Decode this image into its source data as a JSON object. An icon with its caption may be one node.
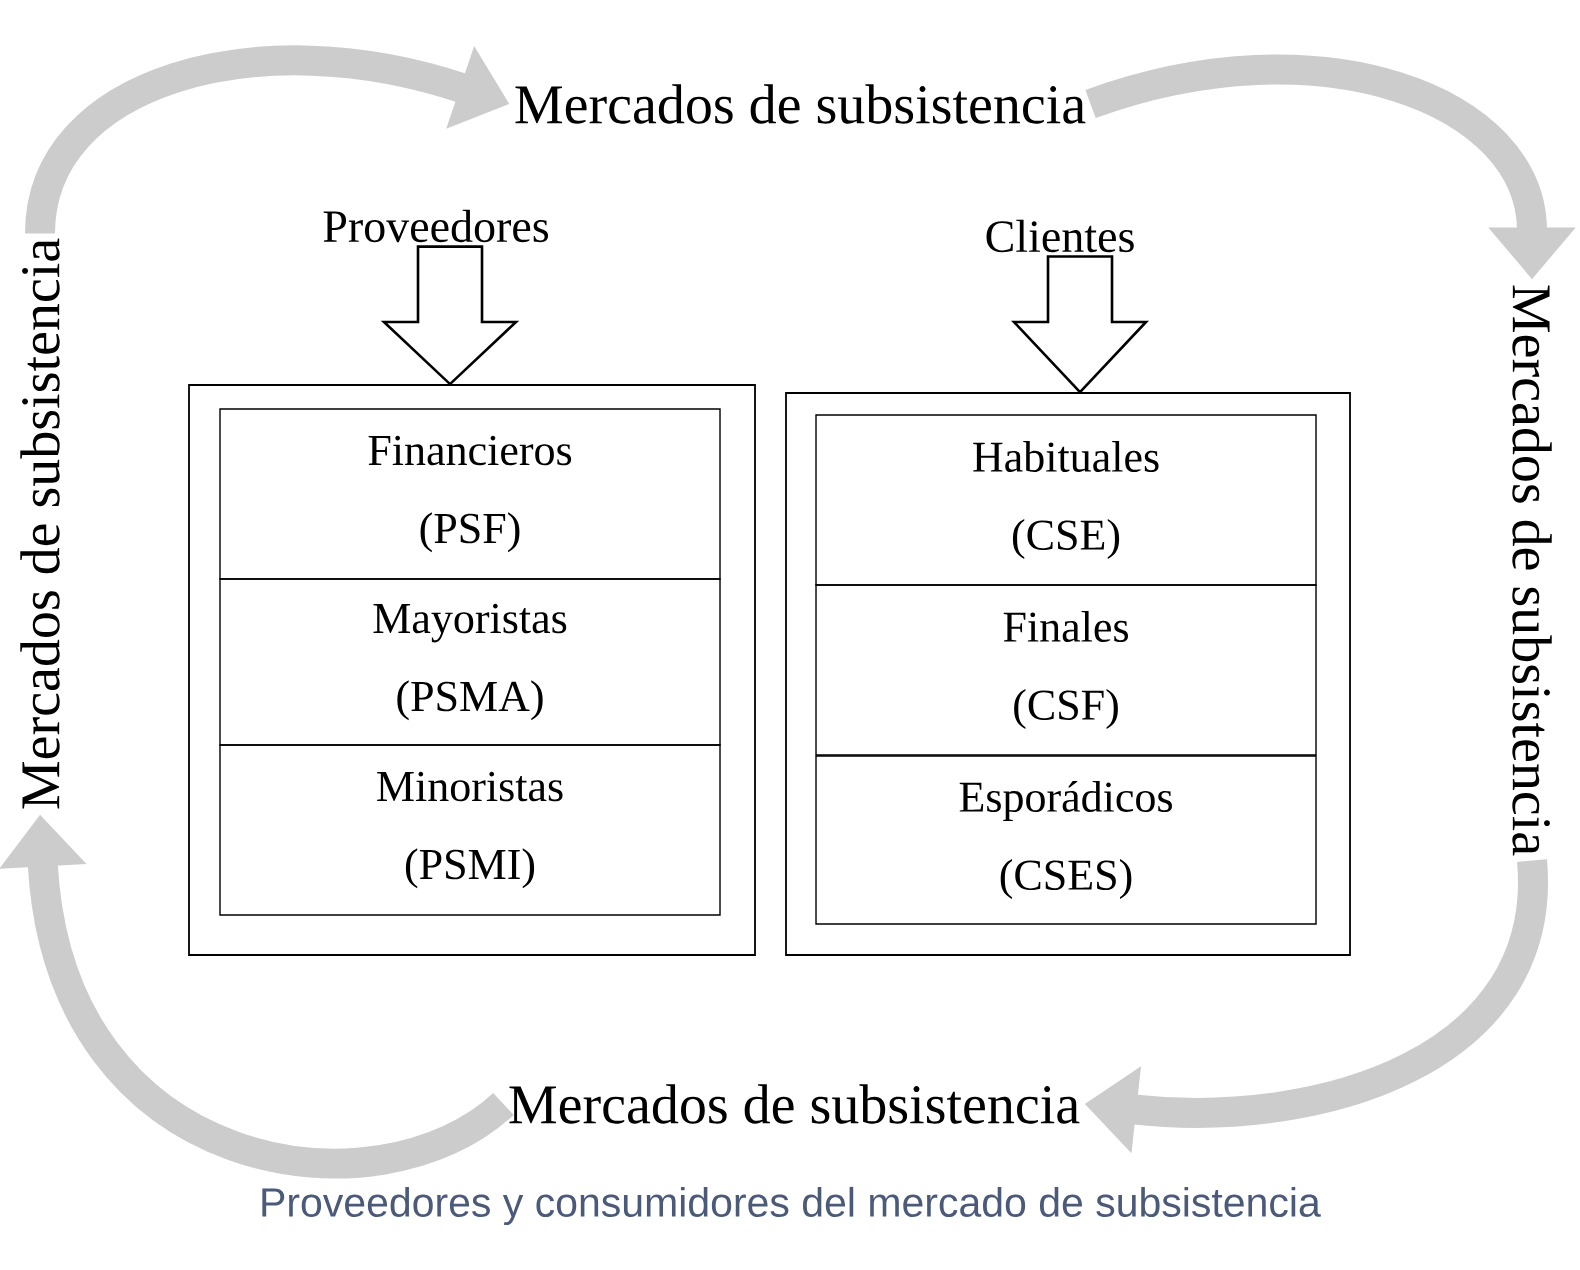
{
  "diagram": {
    "caption": "Proveedores y consumidores del mercado de subsistencia",
    "nodes": [
      {
        "text": [
          "Mercados de subsistencia"
        ]
      },
      {
        "text": [
          "Mercados de subsistencia"
        ]
      },
      {
        "text": [
          "Mercados de subsistencia"
        ]
      },
      {
        "text": [
          "Mercados de subsistencia"
        ]
      },
      {
        "text": [
          "Proveedores"
        ]
      },
      {
        "text": [
          "Clientes"
        ]
      },
      {
        "text": [],
        "shape": "box"
      },
      {
        "text": [
          "Financieros",
          "(PSF)"
        ],
        "in": 6
      },
      {
        "text": [
          "Mayoristas",
          "(PSMA)"
        ],
        "in": 6
      },
      {
        "text": [
          "Minoristas",
          "(PSMI)"
        ],
        "in": 6
      },
      {
        "text": [],
        "shape": "box"
      },
      {
        "text": [
          "Habituales",
          "(CSE)"
        ],
        "in": 10
      },
      {
        "text": [
          "Finales",
          "(CSF)"
        ],
        "in": 10
      },
      {
        "text": [
          "Esporádicos",
          "(CSES)"
        ],
        "in": 10
      }
    ],
    "edges": [
      {
        "from": 3,
        "to": 0,
        "arrow": "to",
        "color": "#cccccc"
      },
      {
        "from": 0,
        "to": 1,
        "arrow": "to",
        "color": "#cccccc"
      },
      {
        "from": 1,
        "to": 2,
        "arrow": "to",
        "color": "#cccccc"
      },
      {
        "from": 2,
        "to": 3,
        "arrow": "to",
        "color": "#cccccc"
      },
      {
        "from": 4,
        "to": 6,
        "arrow": "to",
        "style": "thick"
      },
      {
        "from": 5,
        "to": 10,
        "arrow": "to",
        "style": "thick"
      }
    ]
  }
}
